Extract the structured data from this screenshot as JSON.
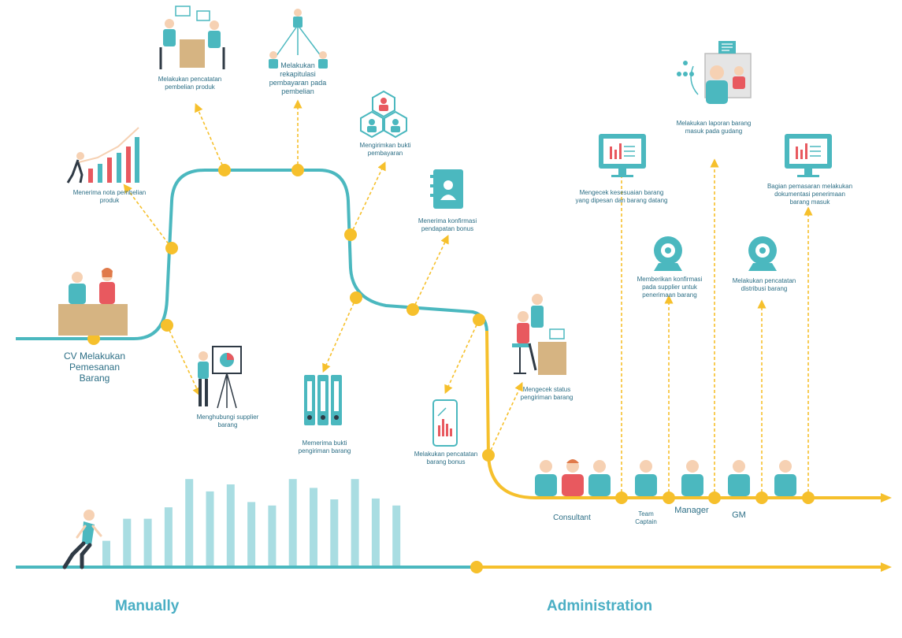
{
  "steps": {
    "order": "CV Melakukan Pemesanan Barang",
    "contact_supplier": "Menghubungi supplier barang",
    "receive_receipt": "Menerima nota pembelian produk",
    "record_purchase": "Melakukan pencatatan pembelian produk",
    "recap_payment": "Melakukan rekapitulasi pembayaran pada pembelian",
    "send_payment_proof": "Mengirimkan bukti pembayaran",
    "receive_delivery_proof": "Memerima bukti pengiriman barang",
    "receive_bonus_confirmation": "Menerima konfirmasi pendapatan bonus",
    "record_bonus_goods": "Melakukan pencatatan barang bonus",
    "check_delivery_status": "Mengecek status pengiriman barang",
    "check_goods_match": "Mengecek kesesuaian barang yang dipesan dan barang datang",
    "confirm_supplier_receipt": "Memberikan konfirmasi pada supplier untuk penerimaan barang",
    "report_incoming_goods": "Melakukan laporan barang masuk pada gudang",
    "record_distribution": "Melakukan pencatatan distribusi barang",
    "marketing_documentation": "Bagian pemasaran melakukan dokumentasi penerimaan barang masuk"
  },
  "roles": {
    "consultant": "Consultant",
    "team_captain": "Team Captain",
    "manager": "Manager",
    "gm": "GM"
  },
  "phases": {
    "manual": "Manually",
    "administration": "Administration"
  },
  "colors": {
    "manual_line": "#4bb8bf",
    "admin_line": "#f6c02c",
    "node": "#f6c02c",
    "label_text": "#2d6f86",
    "phase_text": "#4aaec4",
    "teal_figure": "#4bb8bf",
    "red_figure": "#e8595f",
    "desk": "#d6b482",
    "skin": "#f6d1b3",
    "dark": "#2f3a45"
  },
  "bar_chart_levels": [
    0.28,
    0.53,
    0.53,
    0.66,
    0.98,
    0.84,
    0.92,
    0.72,
    0.68,
    0.98,
    0.88,
    0.75,
    0.98,
    0.76,
    0.68
  ]
}
